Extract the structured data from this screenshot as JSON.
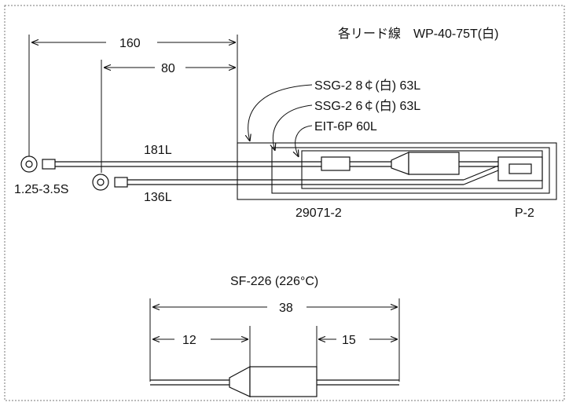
{
  "harness": {
    "lead_wire_note": "各リード線　WP-40-75T(白)",
    "dim_160": "160",
    "dim_80": "80",
    "sleeve_1": "SSG-2 8￠(白) 63L",
    "sleeve_2": "SSG-2 6￠(白) 63L",
    "sleeve_3": "EIT-6P 60L",
    "lead_long": "181L",
    "lead_short": "136L",
    "terminal": "1.25-3.5S",
    "part_number": "29071-2",
    "part_code": "P-2"
  },
  "fuse": {
    "title": "SF-226 (226°C)",
    "dim_total": "38",
    "dim_left": "12",
    "dim_right": "15"
  }
}
